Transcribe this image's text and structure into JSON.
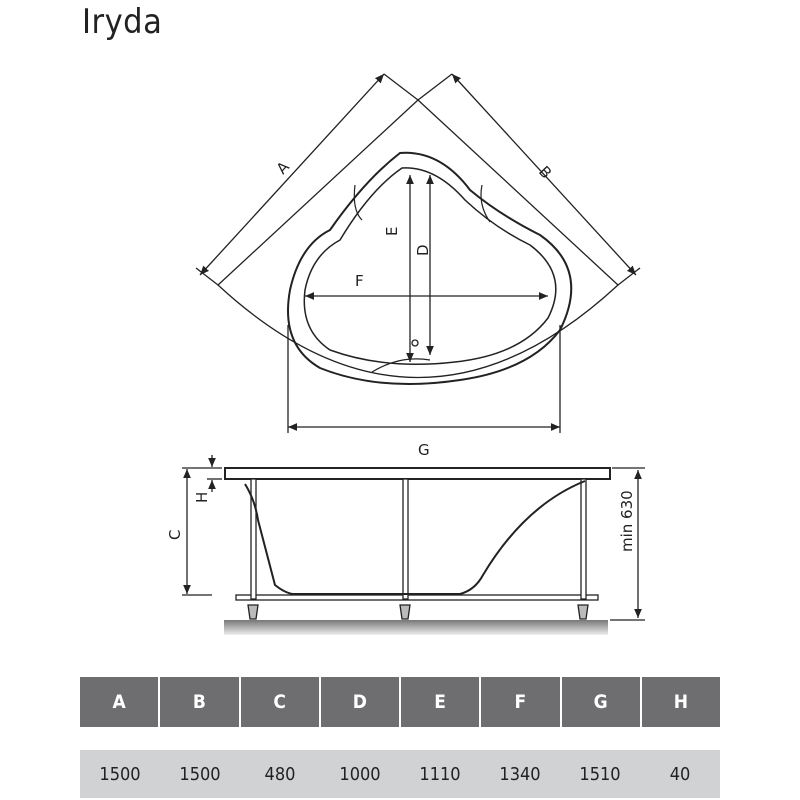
{
  "title": "Iryda",
  "drawing_labels": {
    "A": "A",
    "B": "B",
    "C": "C",
    "D": "D",
    "E": "E",
    "F": "F",
    "G": "G",
    "H": "H",
    "min": "min 630"
  },
  "table": {
    "headers": [
      "A",
      "B",
      "C",
      "D",
      "E",
      "F",
      "G",
      "H"
    ],
    "values": [
      "1500",
      "1500",
      "480",
      "1000",
      "1110",
      "1340",
      "1510",
      "40"
    ]
  }
}
